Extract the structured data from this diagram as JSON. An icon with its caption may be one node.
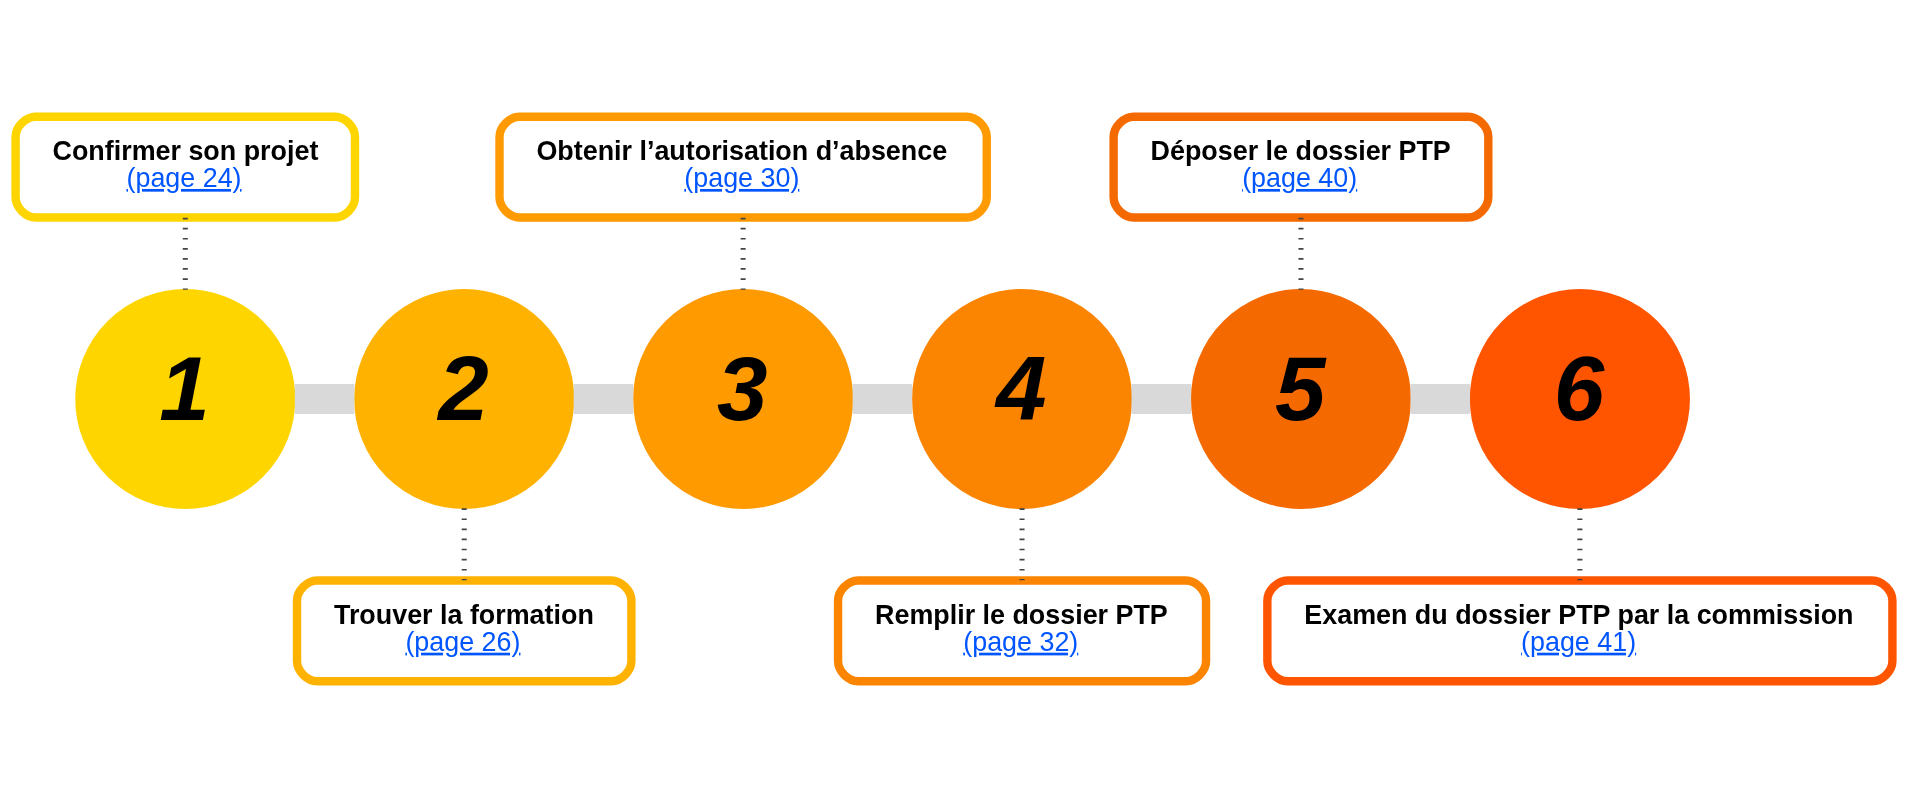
{
  "diagram": {
    "nodes": [
      {
        "text": [
          "1"
        ]
      },
      {
        "text": [
          "2"
        ]
      },
      {
        "text": [
          "3"
        ]
      },
      {
        "text": [
          "4"
        ]
      },
      {
        "text": [
          "5"
        ]
      },
      {
        "text": [
          "6"
        ]
      },
      {
        "text": [
          "Confirmer son projet",
          "(page 24)"
        ]
      },
      {
        "text": [
          "Trouver la formation",
          "(page 26)"
        ]
      },
      {
        "text": [
          "Obtenir l’autorisation d’absence",
          "(page 30)"
        ]
      },
      {
        "text": [
          "Remplir le dossier PTP",
          "(page 32)"
        ]
      },
      {
        "text": [
          "Déposer le dossier PTP",
          "(page 40)"
        ]
      },
      {
        "text": [
          "Examen du dossier PTP par la commission",
          "(page 41)"
        ]
      }
    ],
    "edges": [
      {
        "from": 0,
        "to": 1,
        "arrow": "none",
        "style": "thick",
        "color": "#d9d9d9"
      },
      {
        "from": 1,
        "to": 2,
        "arrow": "none",
        "style": "thick",
        "color": "#d9d9d9"
      },
      {
        "from": 2,
        "to": 3,
        "arrow": "none",
        "style": "thick",
        "color": "#d9d9d9"
      },
      {
        "from": 3,
        "to": 4,
        "arrow": "none",
        "style": "thick",
        "color": "#d9d9d9"
      },
      {
        "from": 4,
        "to": 5,
        "arrow": "none",
        "style": "thick",
        "color": "#d9d9d9"
      },
      {
        "from": 6,
        "to": 0,
        "arrow": "none",
        "style": "dashed"
      },
      {
        "from": 1,
        "to": 7,
        "arrow": "none",
        "style": "dashed"
      },
      {
        "from": 8,
        "to": 2,
        "arrow": "none",
        "style": "dashed"
      },
      {
        "from": 3,
        "to": 9,
        "arrow": "none",
        "style": "dashed"
      },
      {
        "from": 10,
        "to": 4,
        "arrow": "none",
        "style": "dashed"
      },
      {
        "from": 5,
        "to": 11,
        "arrow": "none",
        "style": "dashed"
      }
    ]
  }
}
